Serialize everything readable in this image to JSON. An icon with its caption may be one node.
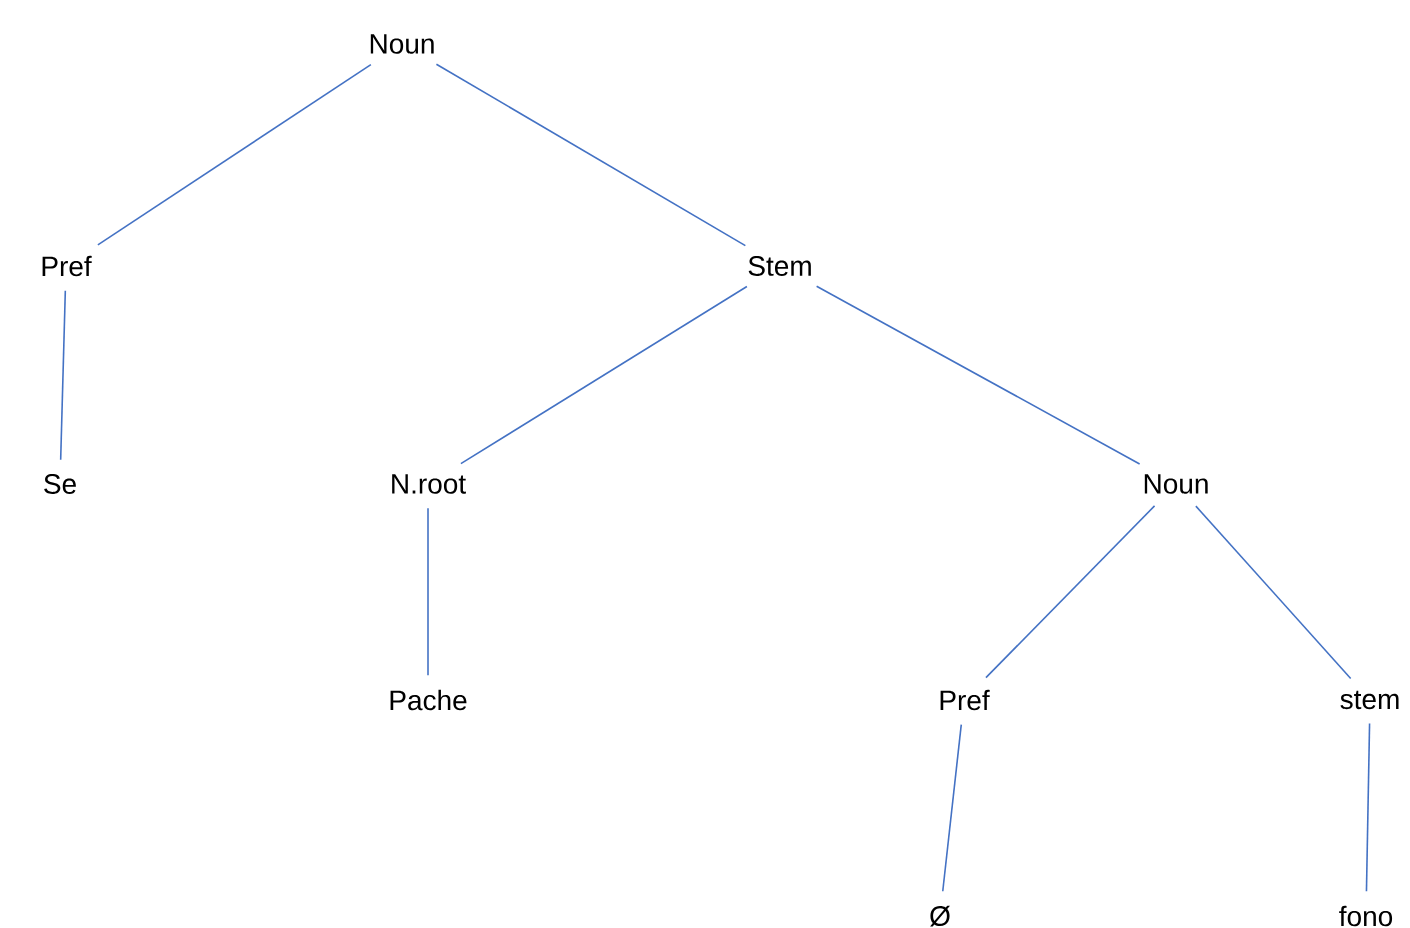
{
  "diagram": {
    "nodes": [
      {
        "text": [
          "Noun"
        ]
      },
      {
        "text": [
          "Pref"
        ]
      },
      {
        "text": [
          "Stem"
        ]
      },
      {
        "text": [
          "Se"
        ]
      },
      {
        "text": [
          "N.root"
        ]
      },
      {
        "text": [
          "Noun"
        ]
      },
      {
        "text": [
          "Pache"
        ]
      },
      {
        "text": [
          "Pref"
        ]
      },
      {
        "text": [
          "stem"
        ]
      },
      {
        "text": [
          "Ø"
        ]
      },
      {
        "text": [
          "fono"
        ]
      }
    ],
    "edges": [
      {
        "from": 0,
        "to": 1,
        "arrow": "none"
      },
      {
        "from": 0,
        "to": 2,
        "arrow": "none"
      },
      {
        "from": 1,
        "to": 3,
        "arrow": "none"
      },
      {
        "from": 2,
        "to": 4,
        "arrow": "none"
      },
      {
        "from": 2,
        "to": 5,
        "arrow": "none"
      },
      {
        "from": 4,
        "to": 6,
        "arrow": "none"
      },
      {
        "from": 5,
        "to": 7,
        "arrow": "none"
      },
      {
        "from": 5,
        "to": 8,
        "arrow": "none"
      },
      {
        "from": 7,
        "to": 9,
        "arrow": "none"
      },
      {
        "from": 8,
        "to": 10,
        "arrow": "none"
      }
    ]
  }
}
